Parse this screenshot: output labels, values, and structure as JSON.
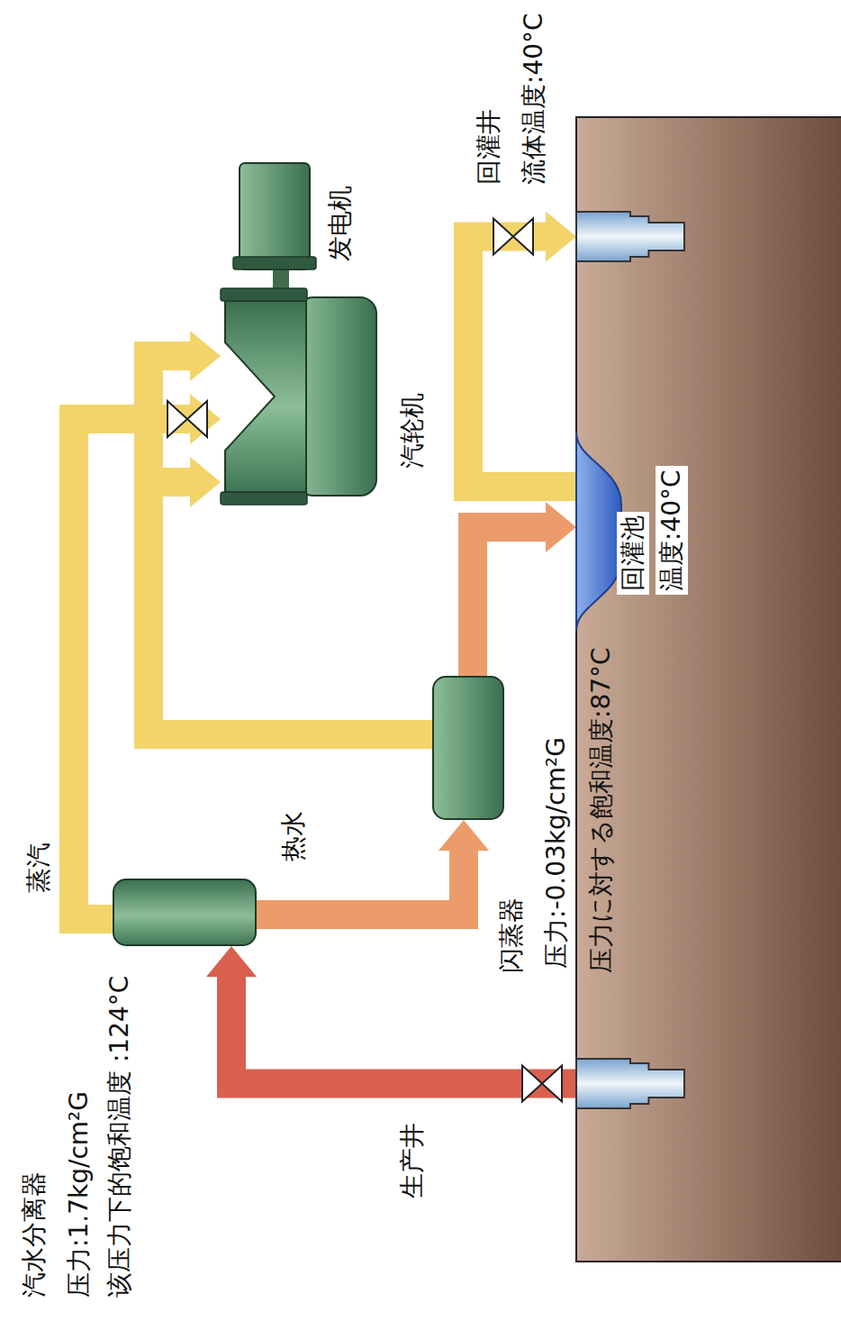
{
  "diagram": {
    "nodes": [
      {
        "text": [
          "生产井"
        ]
      },
      {
        "text": [
          "汽水分离器",
          "压力:1.7kg/cm²G",
          "该压力下的饱和温度 :124°C"
        ]
      },
      {
        "text": [
          "闪蒸器",
          "压力:-0.03kg/cm²G",
          "压力に対する飽和温度:87°C"
        ]
      },
      {
        "text": [
          "汽轮机"
        ]
      },
      {
        "text": [
          "发电机"
        ]
      },
      {
        "text": [
          "回灌池",
          "温度:40°C"
        ]
      },
      {
        "text": [
          "回灌井",
          "流体温度:40°C"
        ]
      }
    ],
    "edges": [
      {
        "from": 0,
        "to": 1,
        "arrow": "to"
      },
      {
        "from": 1,
        "to": 3,
        "label": "蒸汽",
        "arrow": "to"
      },
      {
        "from": 1,
        "to": 2,
        "label": "热水",
        "arrow": "to"
      },
      {
        "from": 2,
        "to": 3,
        "arrow": "to"
      },
      {
        "from": 2,
        "to": 5,
        "arrow": "to"
      },
      {
        "from": 5,
        "to": 6,
        "arrow": "to"
      },
      {
        "from": 3,
        "to": 4,
        "arrow": "none"
      }
    ]
  }
}
